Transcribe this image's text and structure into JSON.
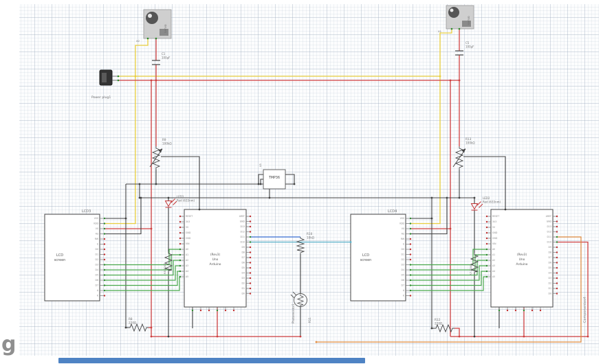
{
  "components": {
    "power_plug": {
      "label": "Power plug1"
    },
    "servo_left": {
      "label": "servo",
      "ref": "X2"
    },
    "servo_right": {
      "label": "servo",
      "ref": "X1"
    },
    "c1": {
      "name": "C1",
      "value": "100µF"
    },
    "c5": {
      "name": "C5",
      "value": "100µF"
    },
    "r9": {
      "name": "R9",
      "value": "100kΩ"
    },
    "r13": {
      "name": "R13",
      "value": "100kΩ"
    },
    "tmp36": {
      "label": "TMP36",
      "ref": "U3"
    },
    "led1": {
      "name": "LED1",
      "value": "Red (633nm)"
    },
    "led2": {
      "name": "LED2",
      "value": "Red (633nm)"
    },
    "lcd_left": {
      "ref": "LCD3",
      "line1": "LCD",
      "line2": "screen"
    },
    "lcd_right": {
      "ref": "LCD4",
      "line1": "LCD",
      "line2": "screen"
    },
    "arduino_left": {
      "line1": "(Rev3)",
      "line2": "Uno",
      "line3": "Arduino"
    },
    "arduino_right": {
      "line1": "(Rev3)",
      "line2": "Uno",
      "line3": "Arduino"
    },
    "r10": {
      "name": "R10",
      "value": "10kΩ"
    },
    "r8": {
      "name": "R8",
      "value": "220Ω"
    },
    "r12": {
      "name": "R12",
      "value": "220Ω"
    },
    "r5": {
      "label": "R5 220Ω"
    },
    "r7": {
      "label": "R7 220Ω"
    },
    "photoresistor": {
      "label": "Photoresistor1",
      "ref": "R11"
    },
    "sheet_label": "Componentes4",
    "logo_partial": "g"
  },
  "pins": {
    "lcd": [
      "VSS",
      "VDD",
      "V0",
      "RS",
      "RW",
      "E",
      "D0",
      "D1",
      "D2",
      "D3",
      "D4",
      "D5",
      "D6",
      "D7",
      "A",
      "K"
    ],
    "arduino_left": [
      "RESET",
      "3V3",
      "5V",
      "GND",
      "GND",
      "VIN",
      "A0",
      "A1",
      "A2",
      "A3",
      "A4",
      "A5"
    ],
    "arduino_right": [
      "AREF",
      "GND",
      "D13",
      "D12",
      "D11",
      "D10",
      "D9",
      "D8",
      "D7",
      "D6",
      "D5",
      "D4",
      "D3",
      "D2",
      "D1",
      "D0"
    ]
  },
  "colors": {
    "wire_yellow": "#e9cf3e",
    "wire_red": "#cf4040",
    "wire_black": "#404040",
    "wire_green": "#49a84c",
    "wire_blue": "#3a6fd4",
    "wire_cyan": "#58b0c8",
    "wire_orange": "#e08a3c",
    "scrollbar_blue": "#4e83c4"
  }
}
